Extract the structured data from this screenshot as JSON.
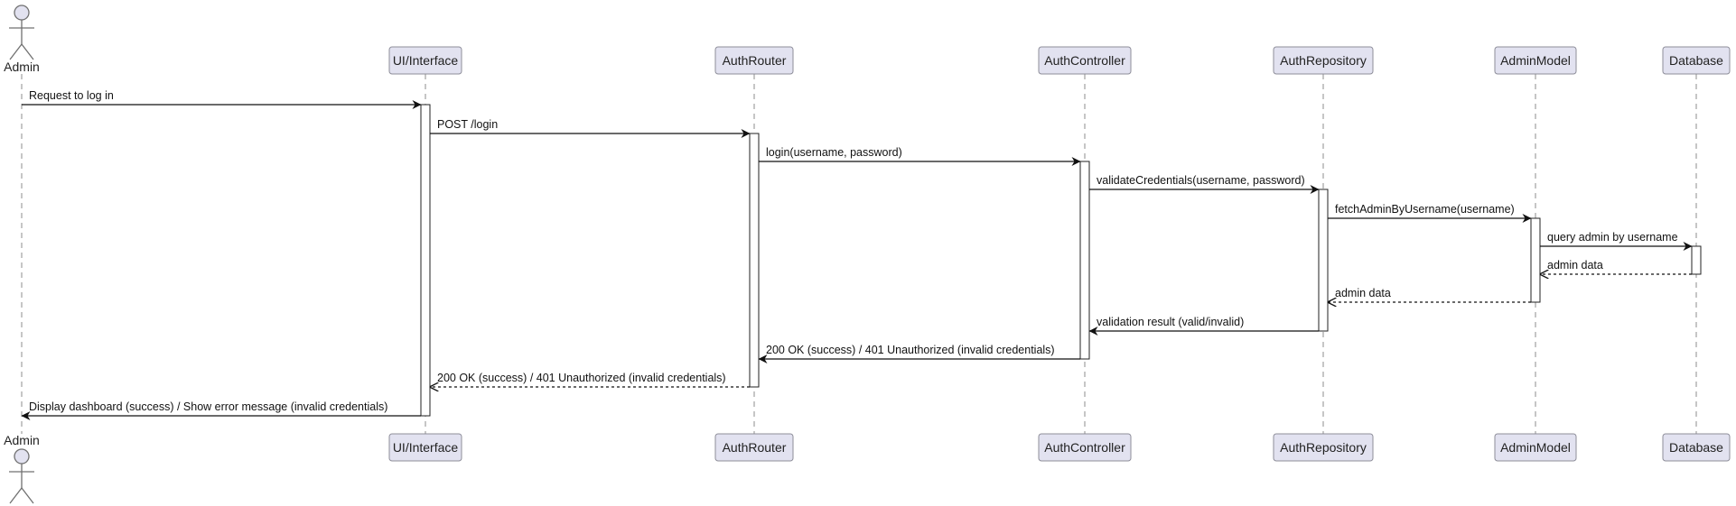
{
  "participants": [
    {
      "id": "admin",
      "label": "Admin",
      "kind": "actor"
    },
    {
      "id": "ui",
      "label": "UI/Interface",
      "kind": "participant"
    },
    {
      "id": "router",
      "label": "AuthRouter",
      "kind": "participant"
    },
    {
      "id": "controller",
      "label": "AuthController",
      "kind": "participant"
    },
    {
      "id": "repo",
      "label": "AuthRepository",
      "kind": "participant"
    },
    {
      "id": "model",
      "label": "AdminModel",
      "kind": "participant"
    },
    {
      "id": "db",
      "label": "Database",
      "kind": "participant"
    }
  ],
  "messages": [
    {
      "from": "admin",
      "to": "ui",
      "label": "Request to log in",
      "style": "solid"
    },
    {
      "from": "ui",
      "to": "router",
      "label": "POST /login",
      "style": "solid"
    },
    {
      "from": "router",
      "to": "controller",
      "label": "login(username, password)",
      "style": "solid"
    },
    {
      "from": "controller",
      "to": "repo",
      "label": "validateCredentials(username, password)",
      "style": "solid"
    },
    {
      "from": "repo",
      "to": "model",
      "label": "fetchAdminByUsername(username)",
      "style": "solid"
    },
    {
      "from": "model",
      "to": "db",
      "label": "query admin by username",
      "style": "solid"
    },
    {
      "from": "db",
      "to": "model",
      "label": "admin data",
      "style": "dashed"
    },
    {
      "from": "model",
      "to": "repo",
      "label": "admin data",
      "style": "dashed"
    },
    {
      "from": "repo",
      "to": "controller",
      "label": "validation result (valid/invalid)",
      "style": "solid"
    },
    {
      "from": "controller",
      "to": "router",
      "label": "200 OK (success) / 401 Unauthorized (invalid credentials)",
      "style": "solid"
    },
    {
      "from": "router",
      "to": "ui",
      "label": "200 OK (success) / 401 Unauthorized (invalid credentials)",
      "style": "dashed"
    },
    {
      "from": "ui",
      "to": "admin",
      "label": "Display dashboard (success) / Show error message (invalid credentials)",
      "style": "solid"
    }
  ],
  "colors": {
    "participant_fill": "#e2e2f0",
    "participant_border": "#8d8d99",
    "lifeline": "#8c8c8c",
    "arrow": "#111111",
    "activation_fill": "#ffffff"
  }
}
